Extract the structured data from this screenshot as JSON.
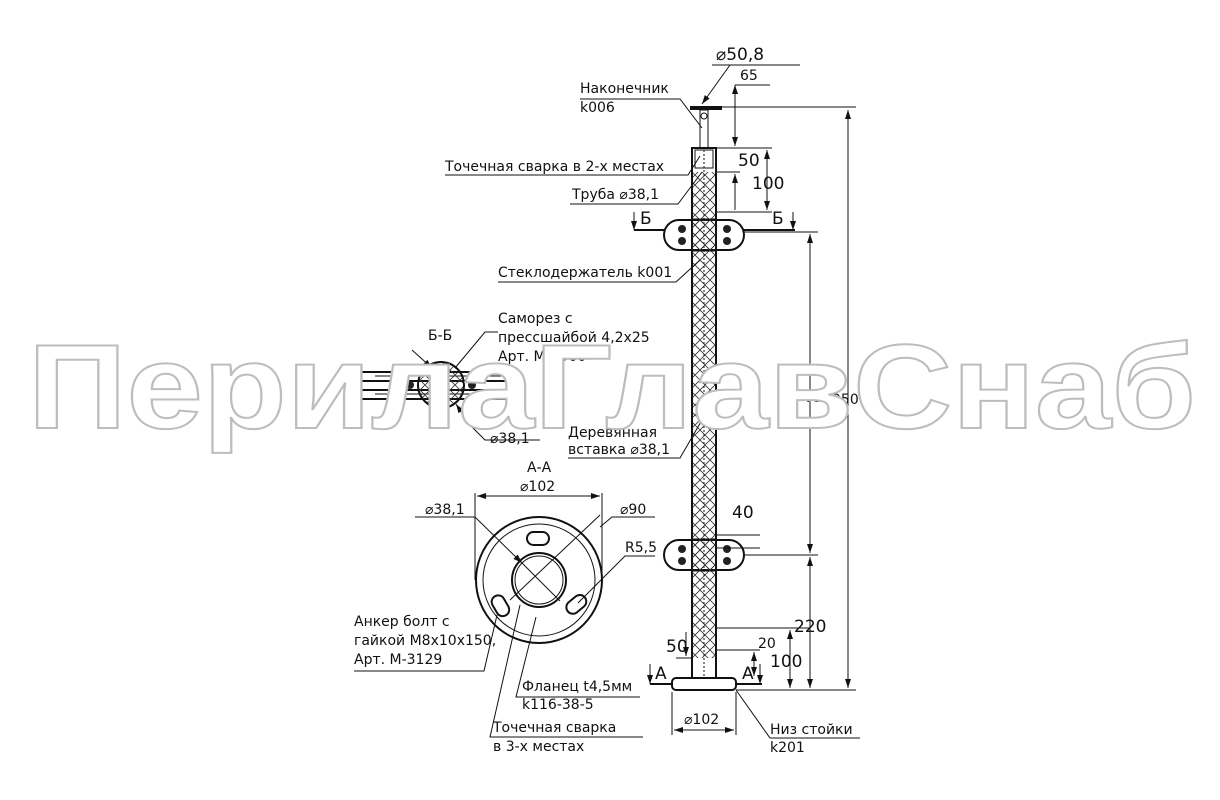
{
  "watermark": "ПерилаГлавСнаб",
  "post": {
    "cap_diameter": "⌀50,8",
    "cap_label": "Наконечник",
    "cap_code": "k006",
    "weld_top": "Точечная сварка в 2-х местах",
    "tube": "Труба ⌀38,1",
    "holder": "Стеклодержатель k001",
    "wood_line1": "Деревянная",
    "wood_line2": "вставка ⌀38,1",
    "bottom_label": "Низ стойки",
    "bottom_code": "k201",
    "flange_diameter": "⌀102"
  },
  "dimensions": {
    "d65": "65",
    "d50_top": "50",
    "d100_top": "100",
    "d540": "540",
    "d950": "950",
    "d40": "40",
    "d50_bottom": "50",
    "d20": "20",
    "d220": "220",
    "d100_bottom": "100"
  },
  "section_marks": {
    "b1": "Б",
    "b2": "Б",
    "a1": "А",
    "a2": "А"
  },
  "section_bb": {
    "title": "Б-Б",
    "screw_line1": "Саморез с",
    "screw_line2": "прессшайбой 4,2x25",
    "screw_line3": "Арт. М-3900",
    "diameter": "⌀38,1"
  },
  "section_aa": {
    "title": "А-А",
    "outer_diameter": "⌀102",
    "tube_diameter": "⌀38,1",
    "circle_diameter": "⌀90",
    "radius": "R5,5",
    "anchor_line1": "Анкер болт с",
    "anchor_line2": "гайкой М8x10x150,",
    "anchor_line3": "Арт. М-3129",
    "flange_line1": "Фланец t4,5мм",
    "flange_line2": "k116-38-5",
    "weld_line1": "Точечная сварка",
    "weld_line2": "в 3-х местах"
  }
}
